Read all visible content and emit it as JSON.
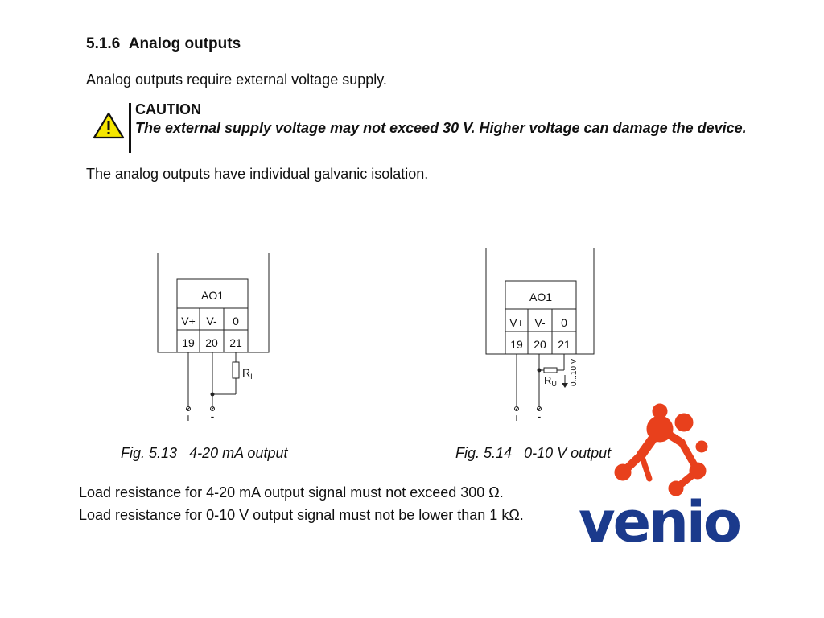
{
  "section": {
    "number": "5.1.6",
    "title": "Analog outputs"
  },
  "intro": "Analog outputs require external voltage supply.",
  "caution": {
    "title": "CAUTION",
    "text": "The external supply voltage may not exceed 30 V. Higher voltage can damage the device.",
    "icon": "warning-triangle-icon",
    "icon_color": "#f5e600"
  },
  "isolation": "The analog outputs have individual galvanic isolation.",
  "figures": [
    {
      "module": "AO1",
      "terminals": [
        "V+",
        "V-",
        "0"
      ],
      "pins": [
        "19",
        "20",
        "21"
      ],
      "resistor_label": "R",
      "resistor_sub": "I",
      "plus": "+",
      "minus": "-",
      "caption_num": "Fig. 5.13",
      "caption_text": "4-20 mA output"
    },
    {
      "module": "AO1",
      "terminals": [
        "V+",
        "V-",
        "0"
      ],
      "pins": [
        "19",
        "20",
        "21"
      ],
      "resistor_label": "R",
      "resistor_sub": "U",
      "voltage_label": "0...10 V",
      "plus": "+",
      "minus": "-",
      "caption_num": "Fig. 5.14",
      "caption_text": "0-10 V output"
    }
  ],
  "notes": [
    "Load resistance for 4-20 mA output signal must not exceed 300 Ω.",
    "Load resistance for 0-10 V output signal must not be lower than 1 kΩ."
  ],
  "logo": {
    "text": "venio",
    "text_color": "#1b3a8c",
    "mark_color": "#e8401c"
  }
}
